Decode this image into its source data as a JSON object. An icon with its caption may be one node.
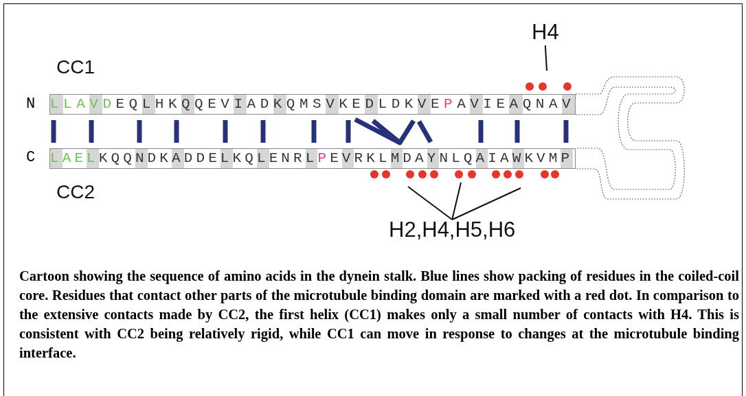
{
  "diagram": {
    "caption": "Cartoon showing the sequence of amino acids in the dynein stalk. Blue lines show packing of residues in the coiled-coil core. Residues that contact other parts of the microtubule binding domain are marked with a red dot. In comparison to the extensive contacts made by CC2, the first helix (CC1) makes only a small number of contacts with H4. This is consistent with CC2 being relatively rigid, while CC1 can move in response to changes at the microtubule binding interface.",
    "nodes": [
      {
        "text": [
          "H4"
        ]
      },
      {
        "text": [
          "H2,H4,H5,H6"
        ]
      }
    ],
    "edges": [
      {
        "from": 0,
        "to": null,
        "arrow": "none"
      },
      {
        "from": 1,
        "to": null,
        "arrow": "none"
      },
      {
        "from": 1,
        "to": null,
        "arrow": "none"
      },
      {
        "from": 1,
        "to": null,
        "arrow": "none"
      }
    ],
    "labels": [
      "CC1",
      "N",
      "LLAVDEQLHKQQEVIADKQMSVKEDLDKVEPAVIEAQNAV",
      "C",
      "LAELKQQNDKADDELKQLENRLPEVRKLMDAYNLQAIAWKVMP",
      "CC2"
    ]
  }
}
